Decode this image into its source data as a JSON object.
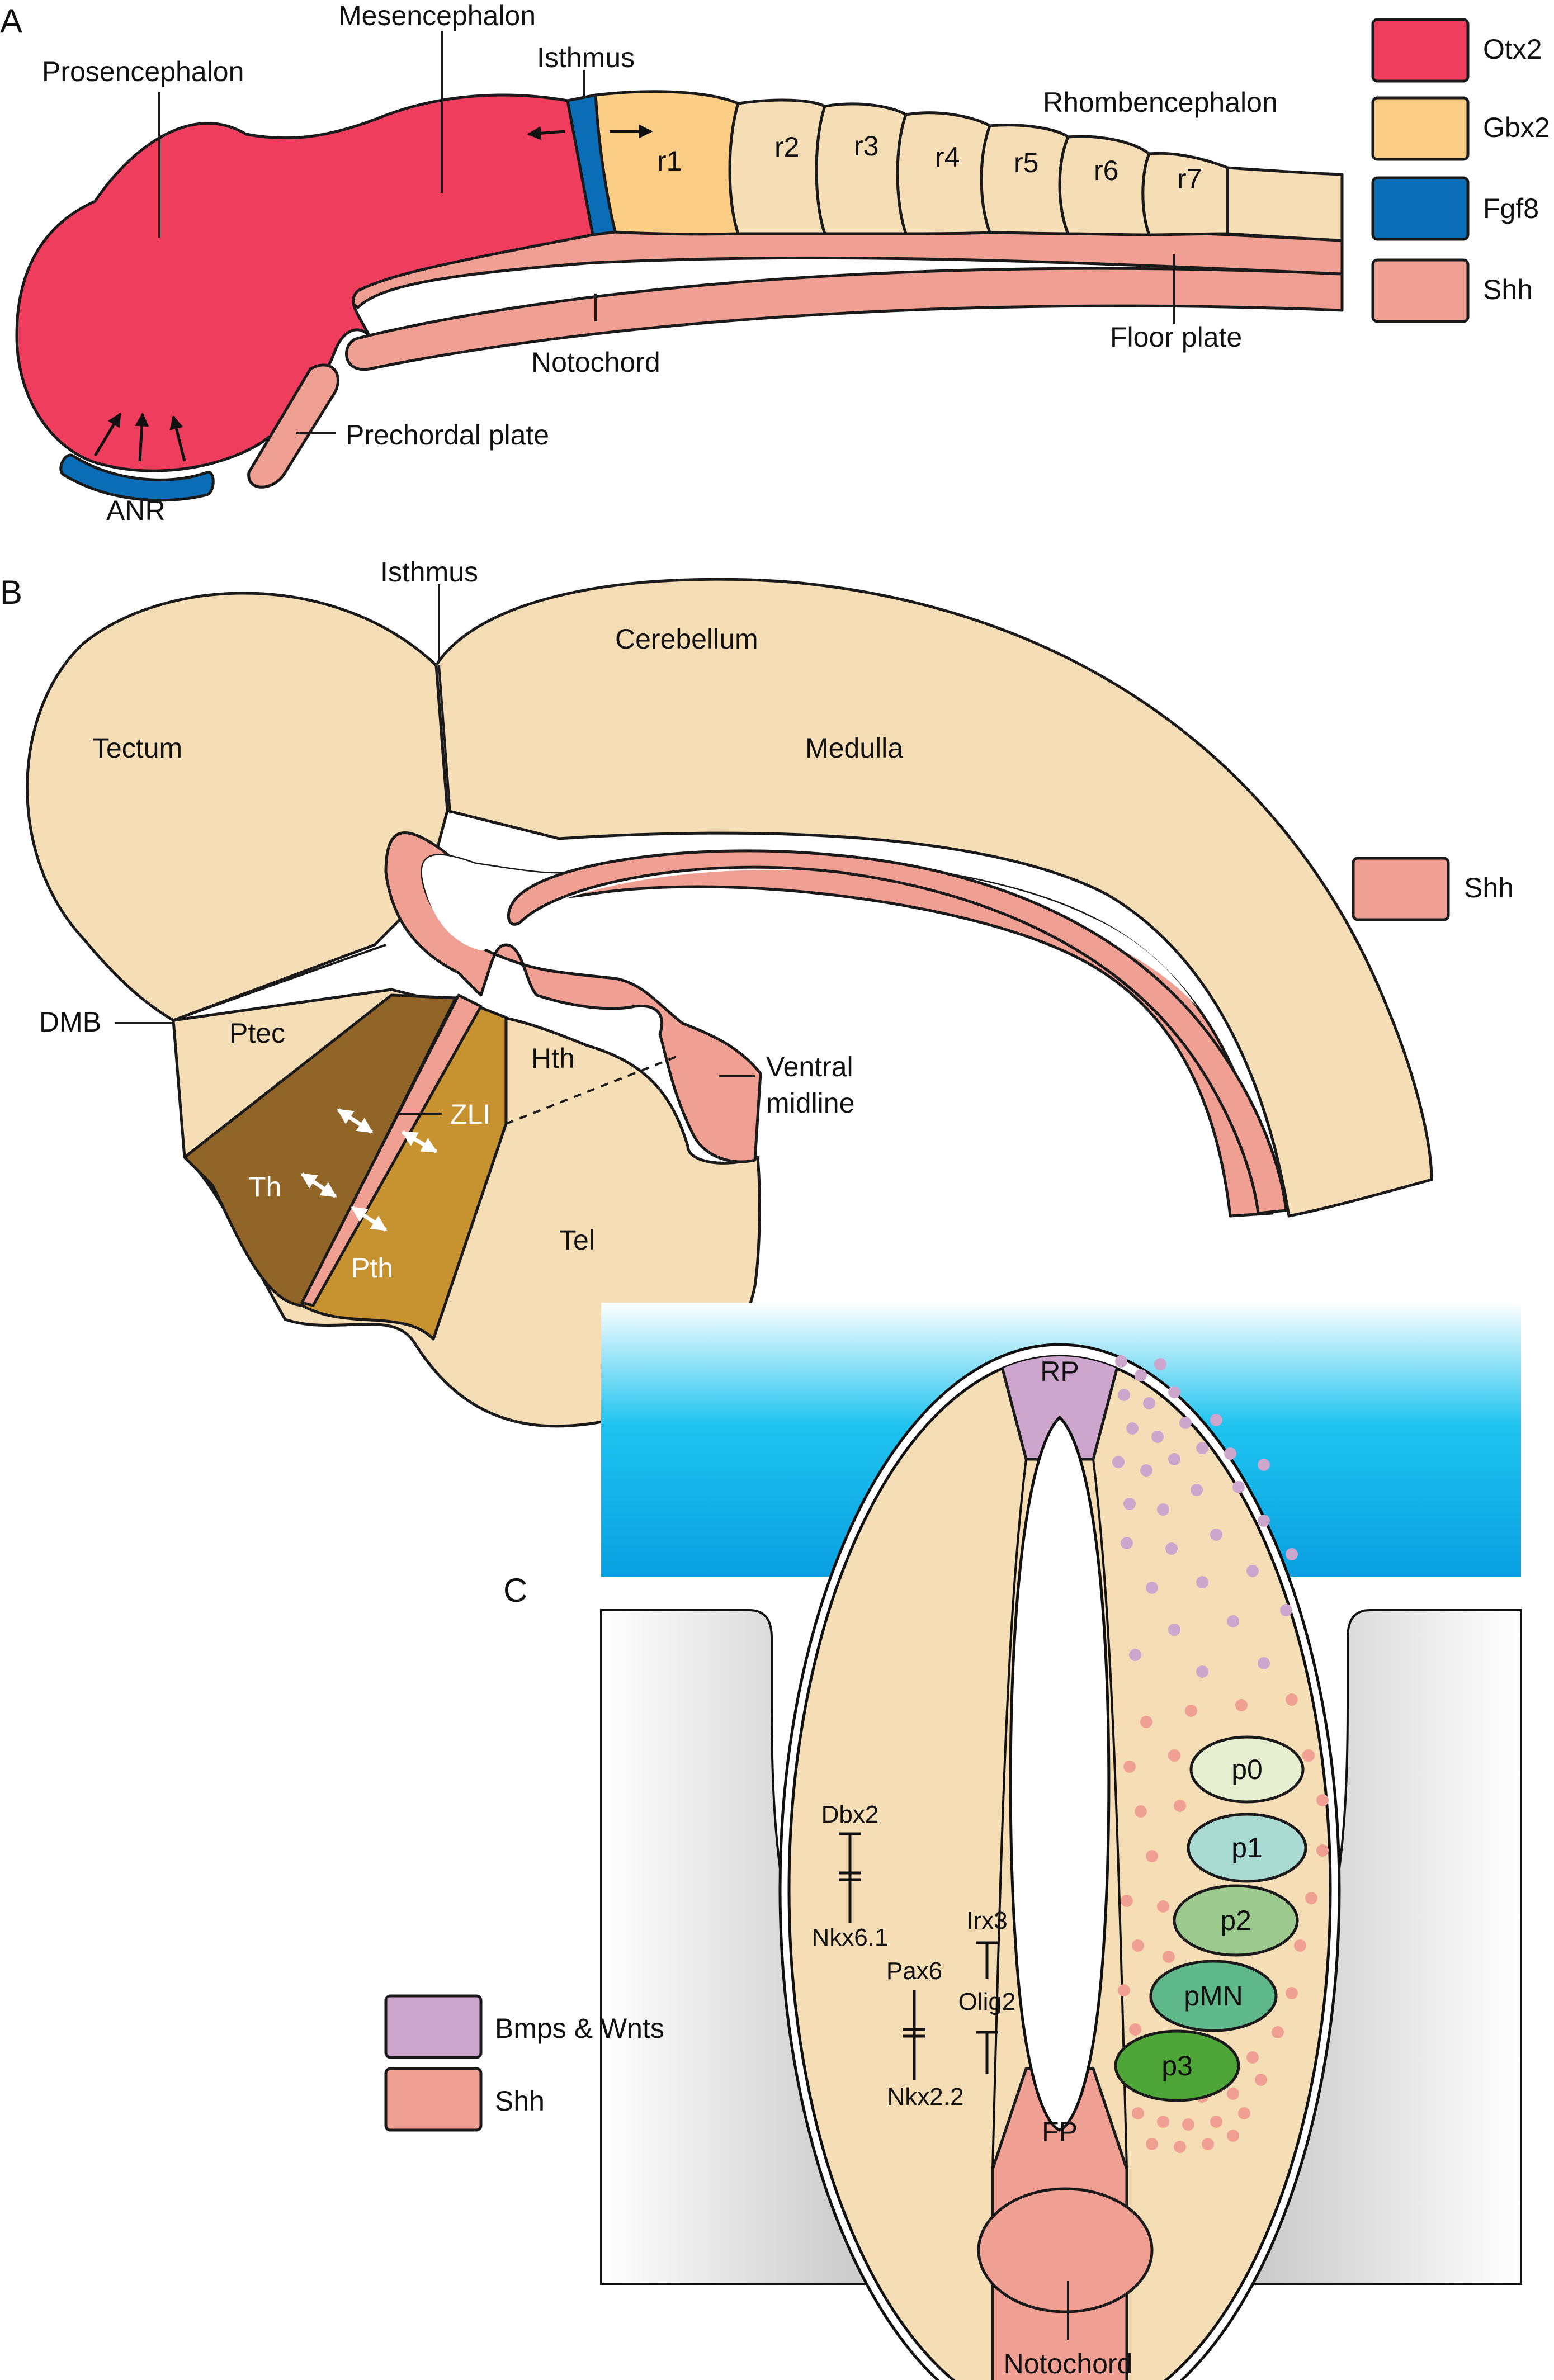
{
  "panels": {
    "a": "A",
    "b": "B",
    "c": "C"
  },
  "colors": {
    "otx2": "#ee3d5d",
    "gbx2": "#fbcd85",
    "fgf8": "#0a6db6",
    "shh": "#f0a092",
    "tissue": "#f5ddb6",
    "bmps_wnts": "#cda6cd",
    "thalamus": "#916528",
    "prethalamus": "#c79230",
    "p0": "#e6f0d0",
    "p1": "#a9dbd3",
    "p2": "#9bc98e",
    "pMN": "#5fb88a",
    "p3": "#4da637",
    "mesoderm": "#cccccc",
    "ectoderm_blue": "#0fb8e8"
  },
  "panel_a": {
    "labels": {
      "prosencephalon": "Prosencephalon",
      "mesencephalon": "Mesencephalon",
      "isthmus": "Isthmus",
      "rhombencephalon": "Rhombencephalon",
      "notochord": "Notochord",
      "floor_plate": "Floor plate",
      "prechordal_plate": "Prechordal plate",
      "anr": "ANR"
    },
    "rhombomeres": [
      "r1",
      "r2",
      "r3",
      "r4",
      "r5",
      "r6",
      "r7"
    ],
    "legend": [
      {
        "label": "Otx2",
        "color_key": "otx2"
      },
      {
        "label": "Gbx2",
        "color_key": "gbx2"
      },
      {
        "label": "Fgf8",
        "color_key": "fgf8"
      },
      {
        "label": "Shh",
        "color_key": "shh"
      }
    ]
  },
  "panel_b": {
    "labels": {
      "isthmus": "Isthmus",
      "cerebellum": "Cerebellum",
      "tectum": "Tectum",
      "medulla": "Medulla",
      "dmb": "DMB",
      "ptec": "Ptec",
      "hth": "Hth",
      "zli": "ZLI",
      "th": "Th",
      "pth": "Pth",
      "tel": "Tel",
      "ventral_midline_1": "Ventral",
      "ventral_midline_2": "midline"
    },
    "legend": [
      {
        "label": "Shh",
        "color_key": "shh"
      }
    ]
  },
  "panel_c": {
    "labels": {
      "rp": "RP",
      "fp": "FP",
      "notochord": "Notochord"
    },
    "progenitors": [
      "p0",
      "p1",
      "p2",
      "pMN",
      "p3"
    ],
    "factors": {
      "dbx2": "Dbx2",
      "nkx61": "Nkx6.1",
      "pax6": "Pax6",
      "nkx22": "Nkx2.2",
      "irx3": "Irx3",
      "olig2": "Olig2"
    },
    "legend": [
      {
        "label": "Bmps & Wnts",
        "color_key": "bmps_wnts"
      },
      {
        "label": "Shh",
        "color_key": "shh"
      }
    ]
  }
}
